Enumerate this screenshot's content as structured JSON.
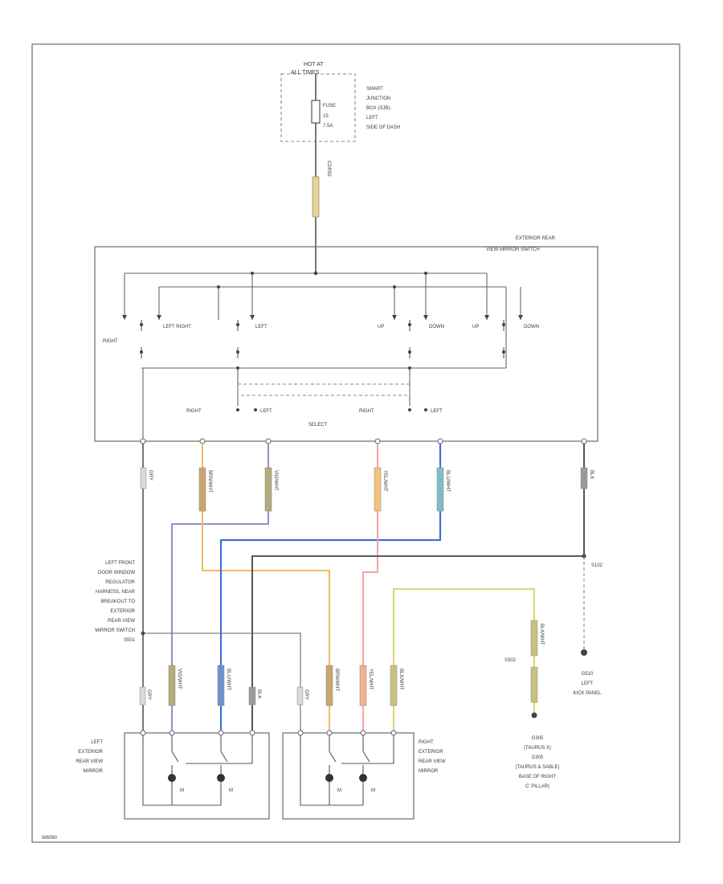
{
  "fuse_box": {
    "hot_label_1": "HOT AT",
    "hot_label_2": "ALL TIMES",
    "fuse_label_1": "FUSE",
    "fuse_label_2": "15",
    "fuse_label_3": "7.5A",
    "location_1": "SMART",
    "location_2": "JUNCTION",
    "location_3": "BOX (SJB),",
    "location_4": "LEFT",
    "location_5": "SIDE OF DASH",
    "wire_circuit": "CDR92"
  },
  "switch": {
    "title_1": "EXTERIOR REAR",
    "title_2": "VIEW MIRROR SWITCH",
    "labels": {
      "right": "RIGHT",
      "left_right": "LEFT RIGHT",
      "left": "LEFT",
      "up_1": "UP",
      "down_1": "DOWN",
      "up_2": "UP",
      "down_2": "DOWN",
      "select_right_1": "RIGHT",
      "select_left_1": "LEFT",
      "select_right_2": "RIGHT",
      "select_left_2": "LEFT",
      "select": "SELECT"
    }
  },
  "wire_codes": {
    "w1": "GRY",
    "w2": "BRN/WHT",
    "w3": "VIO/WHT",
    "w4": "YEL/WHT",
    "w5": "BLU/WHT",
    "w6": "BLK",
    "w7": "VIO/WHT",
    "w8": "BLU/WHT",
    "w9": "BRN/WHT",
    "w10": "YEL/WHT",
    "w11": "BLK/WHT",
    "w12": "BLK/WHT",
    "w13": "GRY",
    "w14": "BLK",
    "w15": "GRY"
  },
  "harness_note": {
    "line_1": "LEFT FRONT",
    "line_2": "DOOR WINDOW",
    "line_3": "REGULATOR",
    "line_4": "HARNESS, NEAR",
    "line_5": "BREAKOUT TO",
    "line_6": "EXTERIOR",
    "line_7": "REAR-VIEW",
    "line_8": "MIRROR SWITCH",
    "line_9": "S501"
  },
  "ground": {
    "splice": "S102",
    "g_label": "G510",
    "g_loc_1": "LEFT",
    "g_loc_2": "KICK PANEL",
    "s_splice": "S302",
    "g2_1": "G305",
    "g2_2": "(TAURUS X)",
    "g2_3": "G305",
    "g2_4": "(TAURUS & SABLE)",
    "g2_5": "BASE OF RIGHT",
    "g2_6": "C' PILLAR)"
  },
  "mirrors": {
    "left_1": "LEFT",
    "left_2": "EXTERIOR",
    "left_3": "REAR VIEW",
    "left_4": "MIRROR",
    "right_1": "RIGHT",
    "right_2": "EXTERIOR",
    "right_3": "REAR VIEW",
    "right_4": "MIRROR",
    "m_lr": "M",
    "m_ud": "M"
  },
  "footer": {
    "code": "W6060"
  },
  "colors": {
    "violet": "#8c7fc8",
    "blue": "#3e6fd8",
    "orange": "#f0b24a",
    "pink": "#f49a9a",
    "yellow": "#d7cf64",
    "gray": "#555555"
  }
}
